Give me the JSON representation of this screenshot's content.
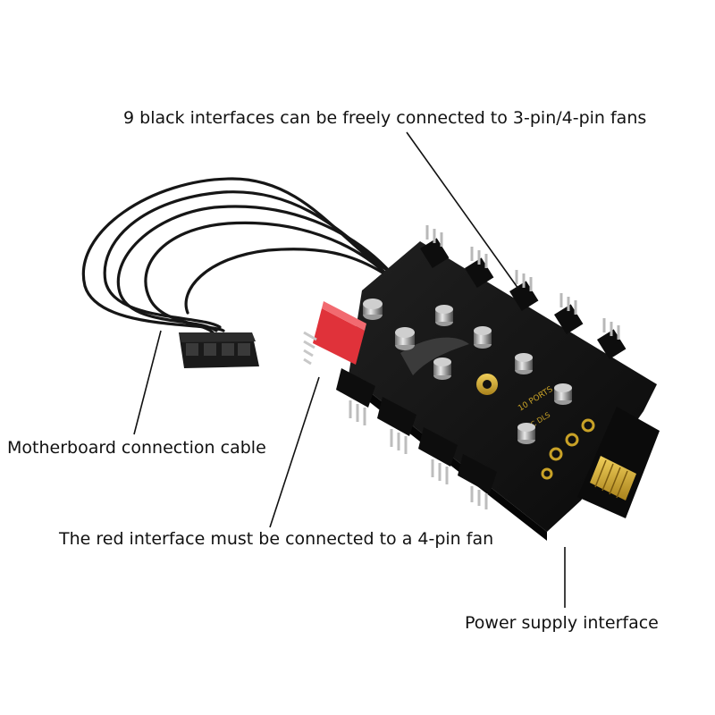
{
  "callouts": {
    "black_interfaces": "9 black interfaces can be freely connected to 3-pin/4-pin fans",
    "motherboard_cable": "Motherboard connection cable",
    "red_interface": "The red interface must be connected to a 4-pin fan",
    "power_supply": "Power supply interface"
  },
  "board_markings": {
    "model": "10 PORTS",
    "code": "C DLS"
  },
  "colors": {
    "board": "#111111",
    "gold_pads": "#c9a227",
    "red_header": "#e0323a",
    "cable": "#161616",
    "leader_lines": "#111111"
  }
}
